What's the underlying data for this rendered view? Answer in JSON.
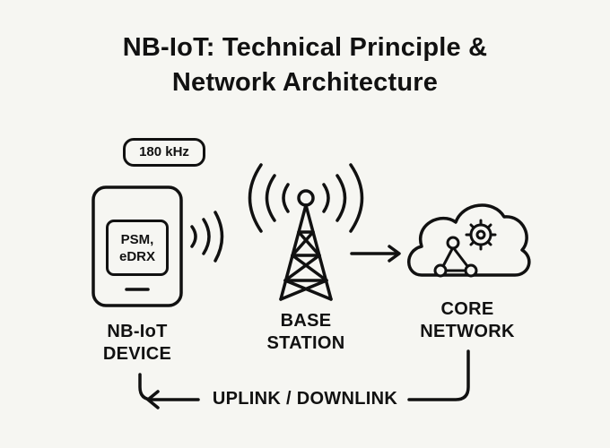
{
  "title": {
    "line1": "NB-IoT: Technical Principle &",
    "line2": "Network Architecture"
  },
  "device": {
    "bandwidth": "180 kHz",
    "chip_line1": "PSM,",
    "chip_line2": "eDRX",
    "label_line1": "NB-IoT",
    "label_line2": "DEVICE"
  },
  "base_station": {
    "label_line1": "BASE",
    "label_line2": "STATION"
  },
  "core_network": {
    "label_line1": "CORE",
    "label_line2": "NETWORK"
  },
  "link": {
    "label": "UPLINK / DOWNLINK"
  },
  "icons": [
    "device-icon",
    "signal-waves-icon",
    "antenna-tower-icon",
    "arrow-right-icon",
    "cloud-icon",
    "gear-icon",
    "network-nodes-icon",
    "loop-arrow-icon"
  ]
}
